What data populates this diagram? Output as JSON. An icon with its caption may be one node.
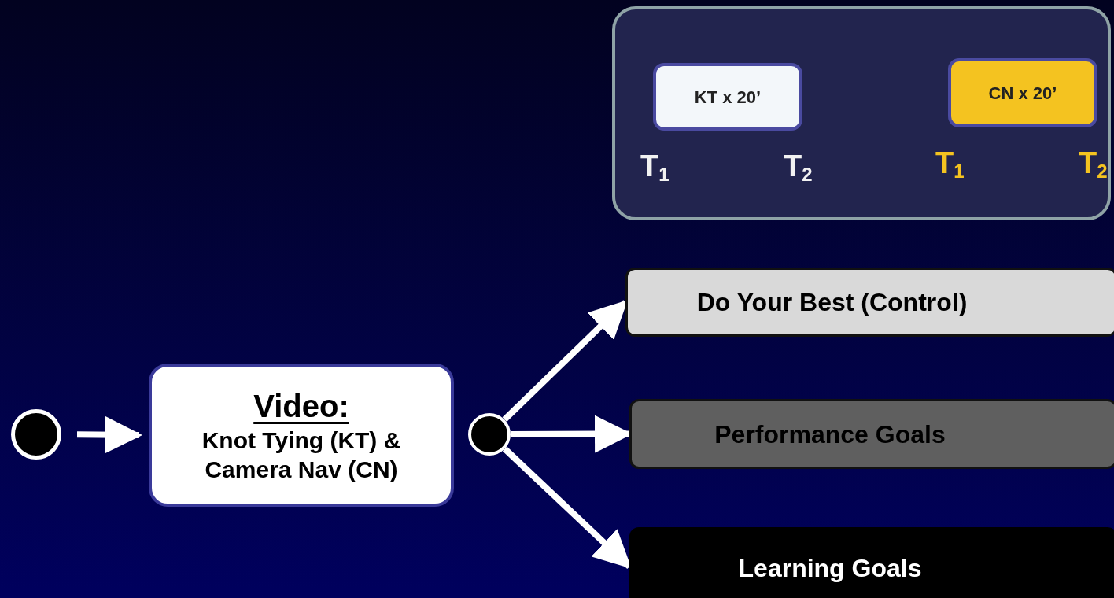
{
  "diagram": {
    "nodes": [
      {
        "text": [],
        "shape": "box"
      },
      {
        "text": [
          "KT x 20’"
        ],
        "in": 0,
        "beside": [
          "T$_{1}$",
          "T$_{2}$"
        ]
      },
      {
        "text": [
          "CN x 20’"
        ],
        "in": 0,
        "beside": [
          "T$_{1}$",
          "T$_{2}$"
        ]
      },
      {
        "text": [
          "Do Your Best (Control)"
        ]
      },
      {
        "text": [
          "Performance Goals"
        ]
      },
      {
        "text": [
          "Learning Goals"
        ]
      },
      {
        "text": [],
        "shape": "circle"
      },
      {
        "text": [
          "Video:",
          "Knot Tying (KT) & Camera Nav (CN)"
        ]
      },
      {
        "text": [],
        "shape": "circle"
      }
    ],
    "edges": [
      {
        "from": 6,
        "to": 7,
        "arrow": "to"
      },
      {
        "from": 8,
        "to": 3,
        "arrow": "to"
      },
      {
        "from": 8,
        "to": 4,
        "arrow": "to"
      },
      {
        "from": 8,
        "to": 5,
        "arrow": "to"
      }
    ]
  }
}
